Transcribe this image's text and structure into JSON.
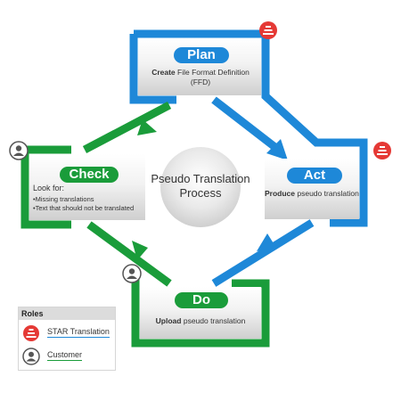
{
  "center": {
    "line1": "Pseudo Translation",
    "line2": "Process"
  },
  "plan": {
    "title": "Plan",
    "desc_bold": "Create",
    "desc_rest": " File Format Definition",
    "desc_line2": "(FFD)"
  },
  "act": {
    "title": "Act",
    "desc_bold": "Produce",
    "desc_rest": " pseudo translation"
  },
  "do": {
    "title": "Do",
    "desc_bold": "Upload",
    "desc_rest": " pseudo translation"
  },
  "check": {
    "title": "Check",
    "look_for": "Look for:",
    "item1": "•Missing translations",
    "item2": "•Text that should not be translated"
  },
  "legend": {
    "title": "Roles",
    "star_label": "STAR Translation",
    "customer_label": "Customer"
  },
  "colors": {
    "blue": "#1e88d8",
    "green": "#1a9c3a",
    "star_red": "#e53935",
    "customer_gray": "#555555"
  },
  "icons": {
    "star_role": "star-translation-icon",
    "customer_role": "customer-icon"
  }
}
